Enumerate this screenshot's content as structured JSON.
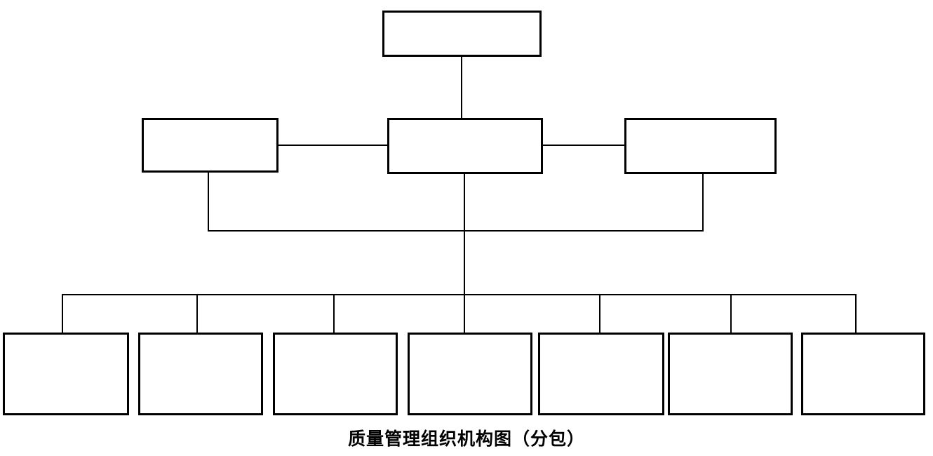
{
  "page": {
    "background_color": "#ffffff",
    "line_color": "#000000"
  },
  "caption": "质量管理组织机构图（分包）",
  "diagram": {
    "type": "org-chart",
    "nodes": [
      {
        "id": "root",
        "label": ""
      },
      {
        "id": "second-row-left",
        "label": ""
      },
      {
        "id": "second-row-center",
        "label": ""
      },
      {
        "id": "second-row-right",
        "label": ""
      },
      {
        "id": "bottom-1",
        "label": ""
      },
      {
        "id": "bottom-2",
        "label": ""
      },
      {
        "id": "bottom-3",
        "label": ""
      },
      {
        "id": "bottom-4",
        "label": ""
      },
      {
        "id": "bottom-5",
        "label": ""
      },
      {
        "id": "bottom-6",
        "label": ""
      },
      {
        "id": "bottom-7",
        "label": ""
      }
    ]
  }
}
